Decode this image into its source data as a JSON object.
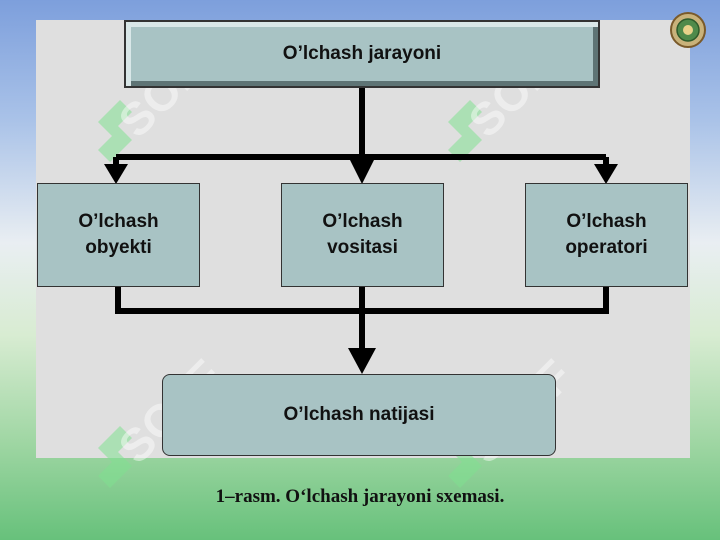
{
  "diagram": {
    "top_box": "O’lchash jarayoni",
    "middle_boxes": {
      "left": "O’lchash\nobyekti",
      "center": "O’lchash\nvositasi",
      "right": "O’lchash\noperatori"
    },
    "bottom_box": "O’lchash natijasi"
  },
  "caption": "1–rasm. O‘lchash jarayoni sxemasi.",
  "watermark": {
    "text": "SOFF",
    "color": "#7fe08f"
  },
  "colors": {
    "box_fill": "#a8c3c4",
    "panel": "#dfdfdf",
    "arrows": "#000000"
  },
  "icons": {
    "logo": "emblem-icon"
  }
}
